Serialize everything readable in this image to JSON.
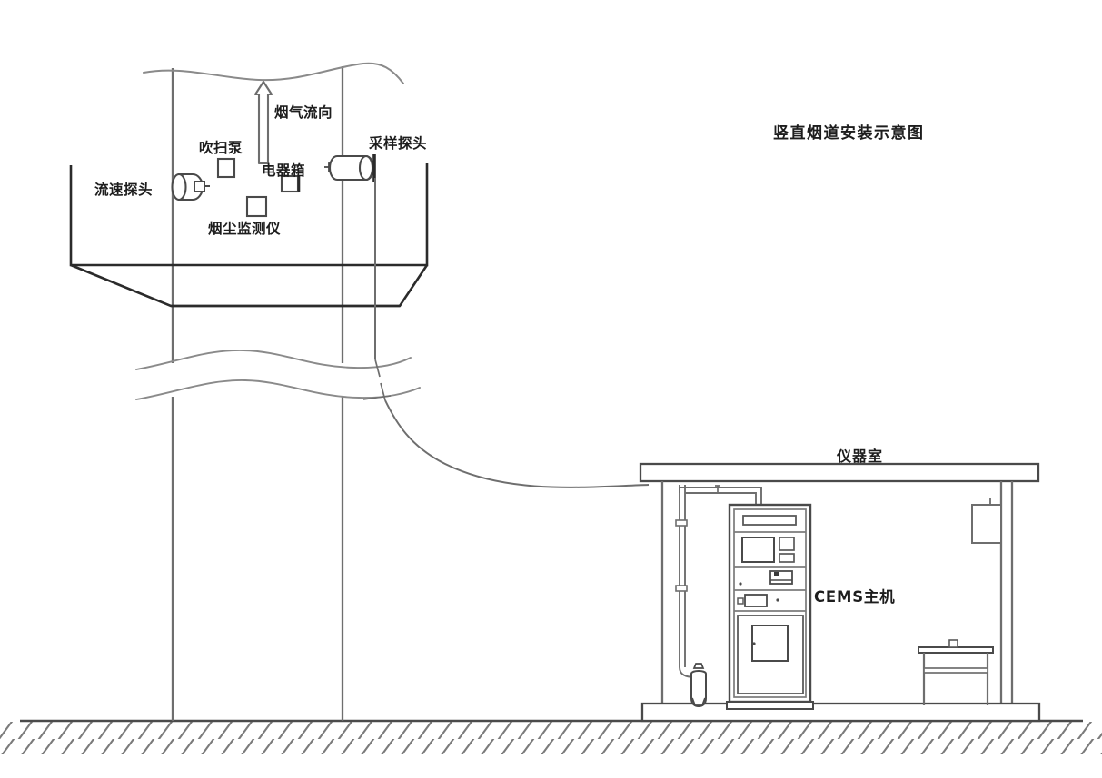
{
  "diagram": {
    "title": "竖直烟道安装示意图",
    "labels": {
      "gas_flow": "烟气流向",
      "purge_pump": "吹扫泵",
      "velocity_probe": "流速探头",
      "electrical_box": "电器箱",
      "dust_monitor": "烟尘监测仪",
      "sampling_probe": "采样探头",
      "instrument_room": "仪器室",
      "cems_host": "CEMS主机"
    },
    "colors": {
      "line_dark": "#2b2b2b",
      "line_mid": "#6e6e6e",
      "line_light": "#9a9a9a",
      "text": "#1d1d1d",
      "fill_white": "#ffffff",
      "fill_pale": "#f4f4f4",
      "background": "#ffffff"
    },
    "components": [
      {
        "name": "stack-duct",
        "type": "vertical-flue"
      },
      {
        "name": "gas-flow-arrow",
        "type": "arrow",
        "direction": "up"
      },
      {
        "name": "velocity-probe",
        "type": "sensor"
      },
      {
        "name": "purge-pump",
        "type": "box"
      },
      {
        "name": "electrical-box",
        "type": "box"
      },
      {
        "name": "dust-monitor",
        "type": "box"
      },
      {
        "name": "sampling-probe",
        "type": "cylinder"
      },
      {
        "name": "umbilical-cable",
        "type": "cable"
      },
      {
        "name": "instrument-room",
        "type": "shelter"
      },
      {
        "name": "cems-cabinet",
        "type": "cabinet"
      },
      {
        "name": "gas-cylinder",
        "type": "cylinder"
      },
      {
        "name": "work-bench",
        "type": "table"
      },
      {
        "name": "wall-box",
        "type": "box"
      },
      {
        "name": "ground-hatching",
        "type": "hatch"
      }
    ]
  }
}
